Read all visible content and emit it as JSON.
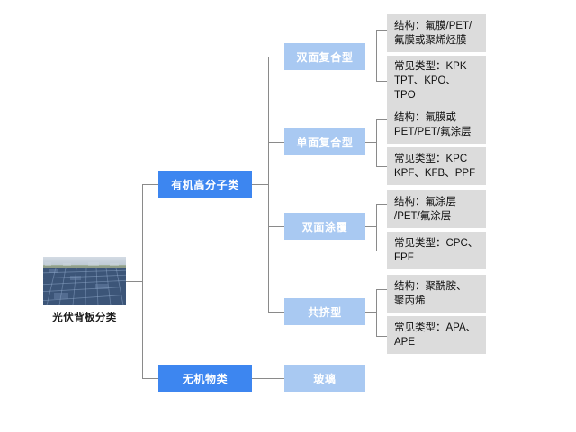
{
  "diagram": {
    "title": "光伏背板分类",
    "root": {
      "label": "光伏背板分类",
      "icon": "solar-farm-photo"
    },
    "colors": {
      "level1": "#3d86f0",
      "level2": "#a9c9f2",
      "level3": "#dcdcdc",
      "connector": "#8a8a8a",
      "level_text": "#ffffff",
      "detail_text": "#111111",
      "root_text": "#1b1b1b"
    },
    "branches": [
      {
        "label": "有机高分子类",
        "children": [
          {
            "label": "双面复合型",
            "details": [
              "结构：氟膜/PET/\n氟膜或聚烯烃膜",
              "常见类型：KPK\nTPT、KPO、\nTPO"
            ]
          },
          {
            "label": "单面复合型",
            "details": [
              "结构：氟膜或\nPET/PET/氟涂层",
              "常见类型：KPC\nKPF、KFB、PPF"
            ]
          },
          {
            "label": "双面涂覆",
            "details": [
              "结构：氟涂层\n/PET/氟涂层",
              "常见类型：CPC、\nFPF"
            ]
          },
          {
            "label": "共挤型",
            "details": [
              "结构：聚酰胺、\n聚丙烯",
              "常见类型：APA、\nAPE"
            ]
          }
        ]
      },
      {
        "label": "无机物类",
        "children": [
          {
            "label": "玻璃",
            "details": []
          }
        ]
      }
    ]
  }
}
